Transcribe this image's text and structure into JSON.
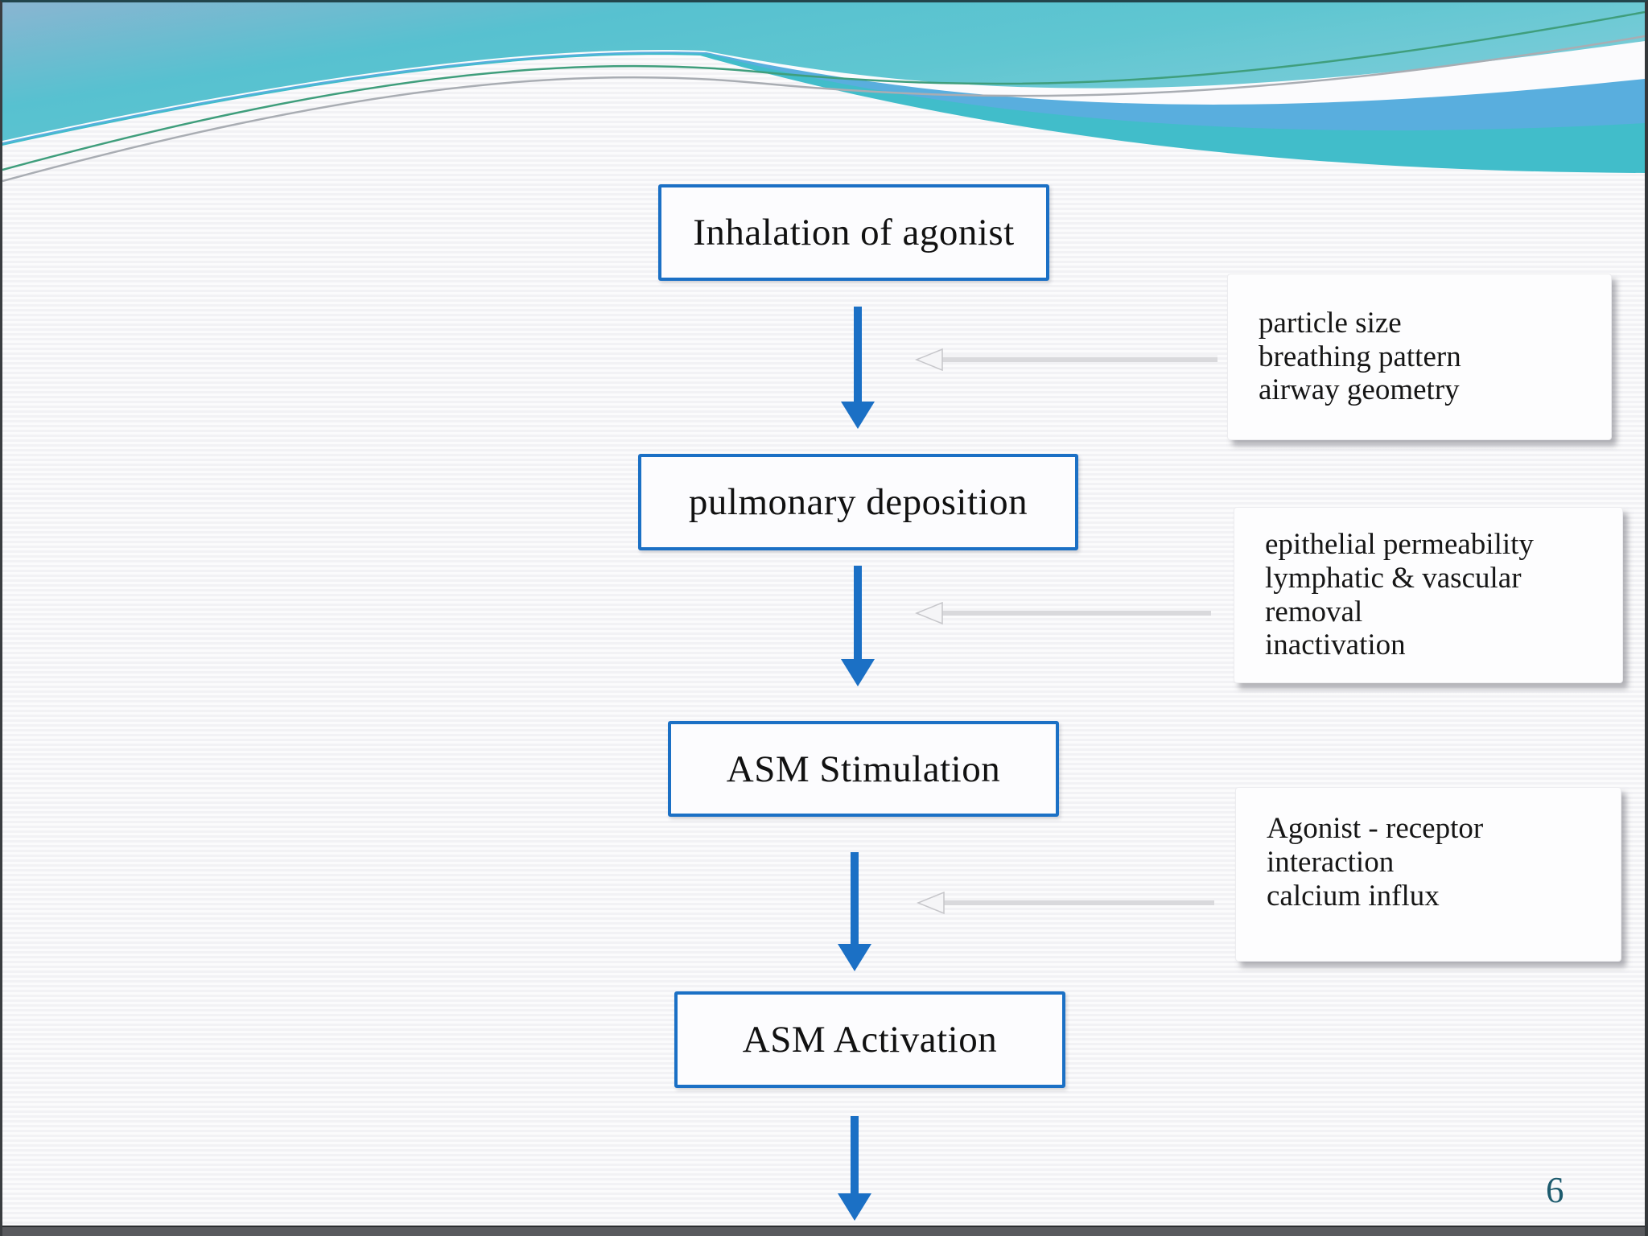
{
  "slide": {
    "page_number": "6"
  },
  "colors": {
    "accent_blue": "#1b70c5",
    "wave_teal_band": "#41bdca",
    "wave_blue_band": "#59aede",
    "page_number_teal": "#1d5b6e"
  },
  "flow": {
    "steps": [
      {
        "id": "inhalation-of-agonist",
        "label": "Inhalation of agonist"
      },
      {
        "id": "pulmonary-deposition",
        "label": "pulmonary deposition"
      },
      {
        "id": "asm-stimulation",
        "label": "ASM Stimulation"
      },
      {
        "id": "asm-activation",
        "label": "ASM Activation"
      }
    ]
  },
  "annotations": [
    {
      "lines": [
        "particle size",
        "breathing pattern",
        "airway geometry"
      ]
    },
    {
      "lines": [
        "epithelial permeability",
        "lymphatic & vascular",
        "removal",
        "inactivation"
      ]
    },
    {
      "lines": [
        "Agonist - receptor",
        "interaction",
        "calcium influx"
      ]
    }
  ]
}
